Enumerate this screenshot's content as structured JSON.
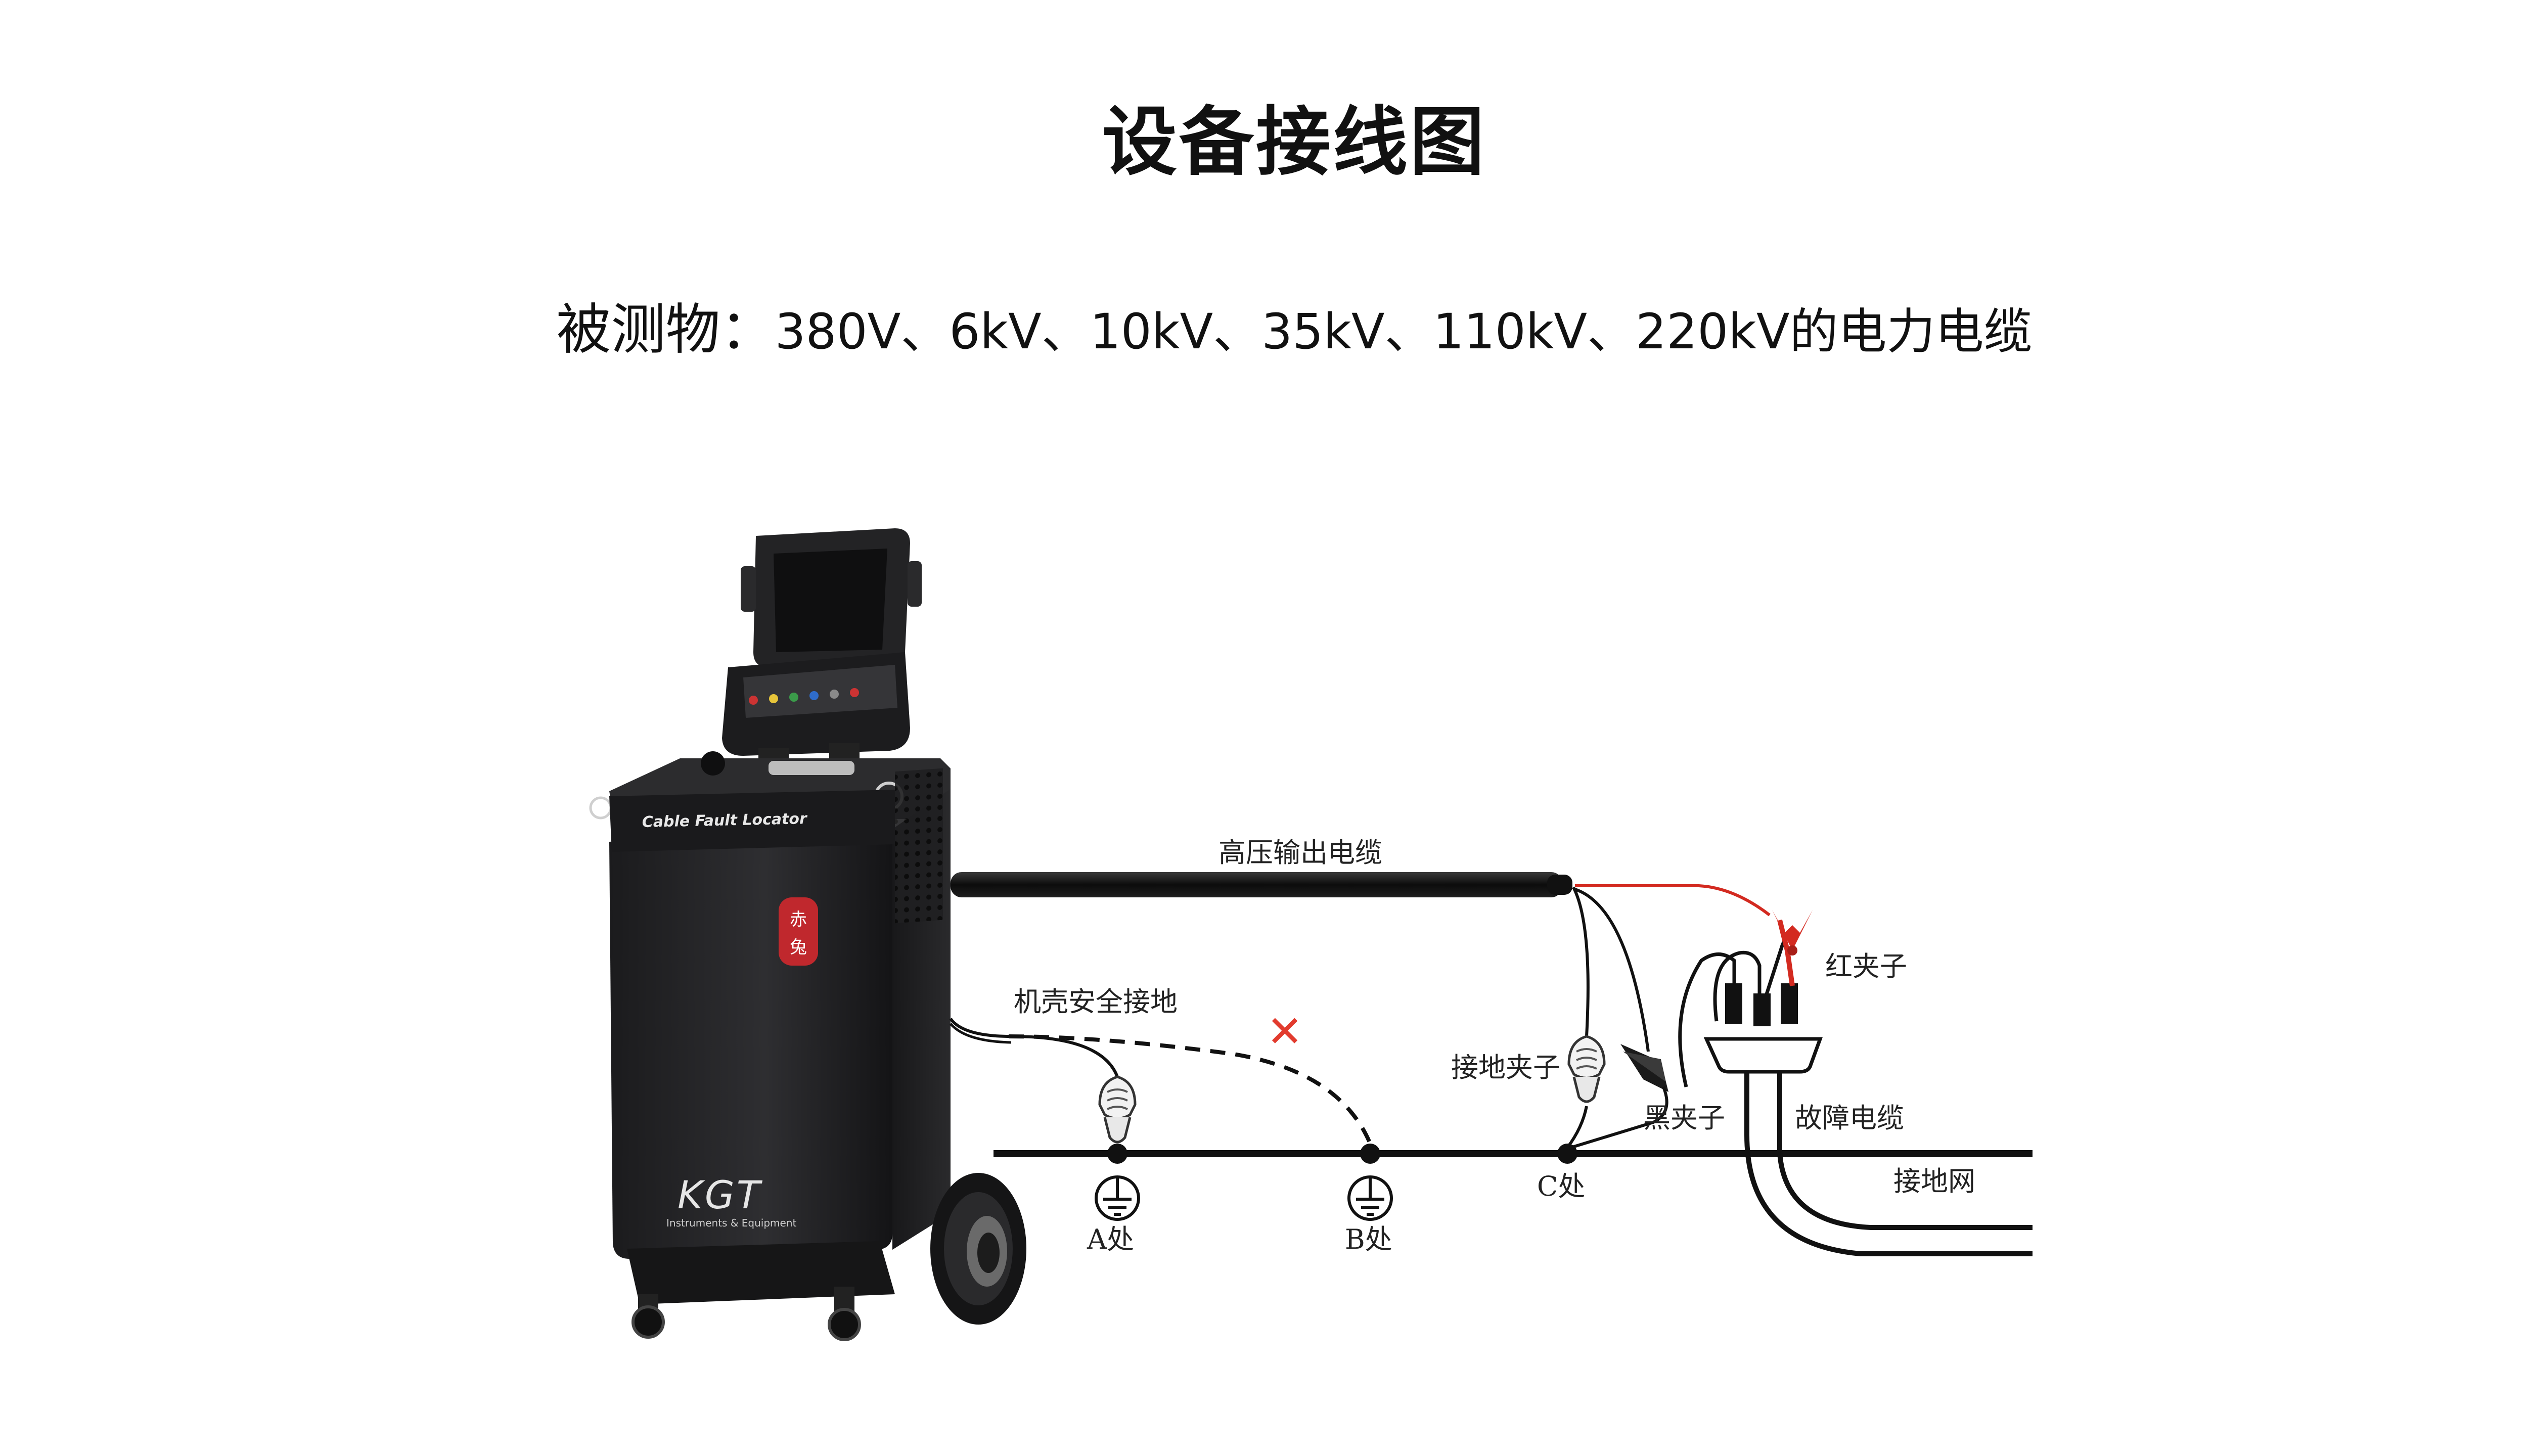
{
  "title": "设备接线图",
  "subtitle": {
    "lead": "被测物：",
    "text": "380V、6kV、10kV、35kV、110kV、220kV的电力电缆"
  },
  "device": {
    "name": "Cable Fault Locator",
    "brand": "KGT",
    "brand_sub": "Instruments & Equipment",
    "seal_chars": [
      "赤",
      "兔"
    ],
    "body_color": "#2b2b2d",
    "seal_color": "#c0282d"
  },
  "labels": {
    "hv_cable": "高压输出电缆",
    "case_ground": "机壳安全接地",
    "ground_clip": "接地夹子",
    "red_clip": "红夹子",
    "black_clip": "黑夹子",
    "fault_cable": "故障电缆",
    "ground_grid": "接地网",
    "point_a": "A处",
    "point_b": "B处",
    "point_c": "C处",
    "wrong_mark": "✕"
  },
  "colors": {
    "red_wire": "#d32a20",
    "wrong_mark": "#e23b2e",
    "line": "#111111"
  }
}
